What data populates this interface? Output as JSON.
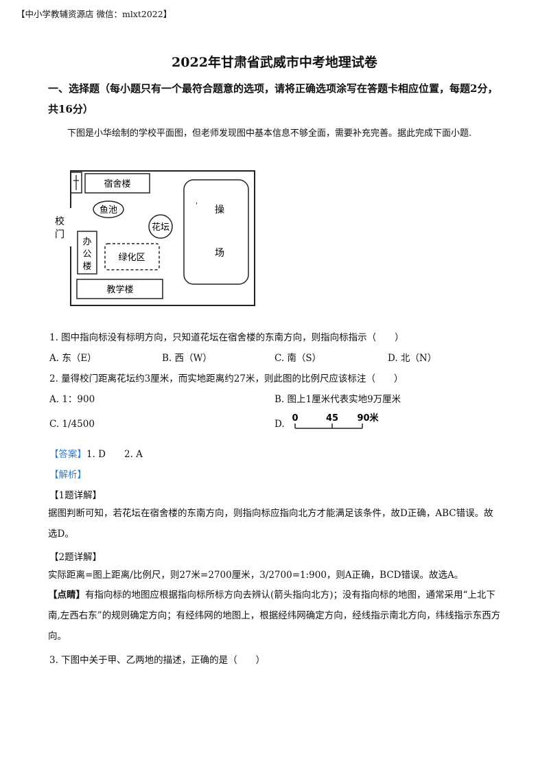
{
  "header": "【中小学教辅资源店 微信：mlxt2022】",
  "title": "2022年甘肃省武威市中考地理试卷",
  "section1": "一、选择题（每小题只有一个最符合题意的选项，请将正确选项涂写在答题卡相应位置，每题2分，共16分）",
  "intro": "下图是小华绘制的学校平面图，但老师发现图中基本信息不够全面，需要补充完善。据此完成下面小题.",
  "map": {
    "dormitory": "宿舍楼",
    "fishpond": "鱼池",
    "flowerbed": "花坛",
    "playground_1": "操",
    "playground_2": "场",
    "gate_1": "校",
    "gate_2": "门",
    "office_1": "办",
    "office_2": "公",
    "office_3": "楼",
    "green_area": "绿化区",
    "teaching": "教学楼"
  },
  "q1": {
    "stem": "1. 图中指向标没有标明方向，只知道花坛在宿舍楼的东南方向，则指向标指示（　　）",
    "options": [
      "A. 东（E）",
      "B. 西（W）",
      "C. 南（S）",
      "D. 北（N）"
    ]
  },
  "q2": {
    "stem": "2. 量得校门距离花坛约3厘米，而实地距离约27米，则此图的比例尺应该标注（　　）",
    "options": [
      "A. 1：900",
      "B. 图上1厘米代表实地9万厘米",
      "C. 1/4500",
      "D."
    ],
    "scale_labels": [
      "0",
      "45",
      "90米"
    ]
  },
  "answer": {
    "tag": "【答案】",
    "text": "1. D　　2. A"
  },
  "analysis": "【解析】",
  "detail1": {
    "head": "【1题详解】",
    "body": "据图判断可知，若花坛在宿舍楼的东南方向，则指向标应指向北方才能满足该条件，故D正确，ABC错误。故选D。"
  },
  "detail2": {
    "head": "【2题详解】",
    "body": "实际距离=图上距离/比例尺，则27米=2700厘米，3/2700=1:900，则A正确，BCD错误。故选A。"
  },
  "tip": {
    "head": "【点睛】",
    "body": "有指向标的地图应根据指向标所标方向去辨认(箭头指向北方)；没有指向标的地图，通常采用“上北下南,左西右东”的规则确定方向；有经纬网的地图上，根据经纬网确定方向，经线指示南北方向，纬线指示东西方向。"
  },
  "q3": "3. 下图中关于甲、乙两地的描述，正确的是（　　）"
}
